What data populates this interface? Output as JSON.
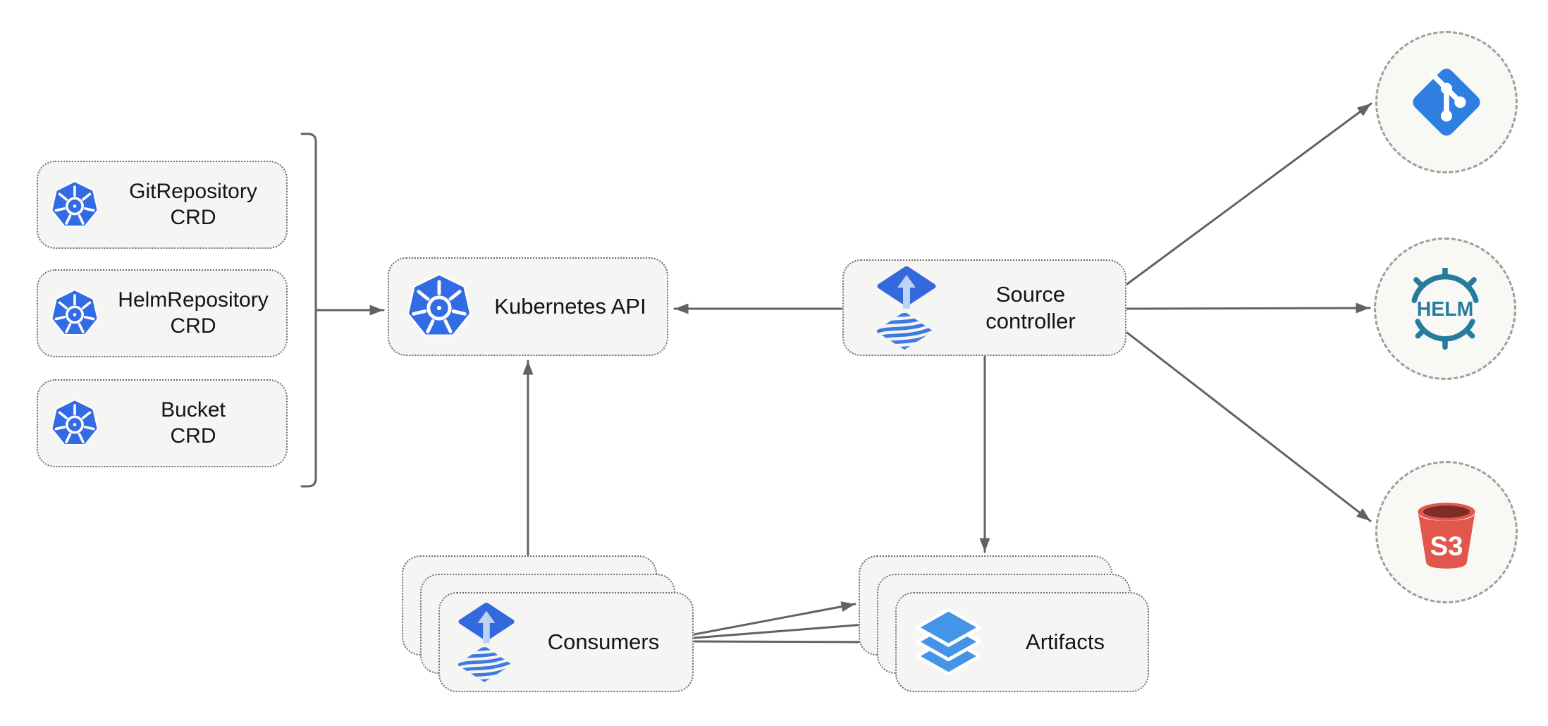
{
  "nodes": {
    "crds": [
      {
        "line1": "GitRepository",
        "line2": "CRD"
      },
      {
        "line1": "HelmRepository",
        "line2": "CRD"
      },
      {
        "line1": "Bucket",
        "line2": "CRD"
      }
    ],
    "kubernetes_api": {
      "label": "Kubernetes API"
    },
    "source_controller": {
      "line1": "Source",
      "line2": "controller"
    },
    "consumers": {
      "label": "Consumers"
    },
    "artifacts": {
      "label": "Artifacts"
    }
  },
  "external": {
    "helm_label": "HELM",
    "s3_label": "S3"
  },
  "icons": {
    "kubernetes": "kubernetes-wheel-icon",
    "flux": "flux-source-icon",
    "artifacts": "layers-icon",
    "git": "git-branch-icon",
    "helm": "helm-wheel-icon",
    "s3": "s3-bucket-icon"
  },
  "colors": {
    "kubernetes_blue": "#326CE5",
    "flux_blue": "#3469DD",
    "flux_arrow_light": "#BCD3F2",
    "flux_wave_blue": "#3E79E1",
    "layers_blue": "#4495E8",
    "git_blue": "#2E7FE0",
    "helm_teal": "#277C9D",
    "s3_red": "#E2574C",
    "s3_dark_red": "#7B2D26",
    "connector_gray": "#5F6368",
    "node_fill": "#F5F5F4",
    "node_border": "#6E6E6E",
    "circle_border": "#9E9E9E"
  }
}
